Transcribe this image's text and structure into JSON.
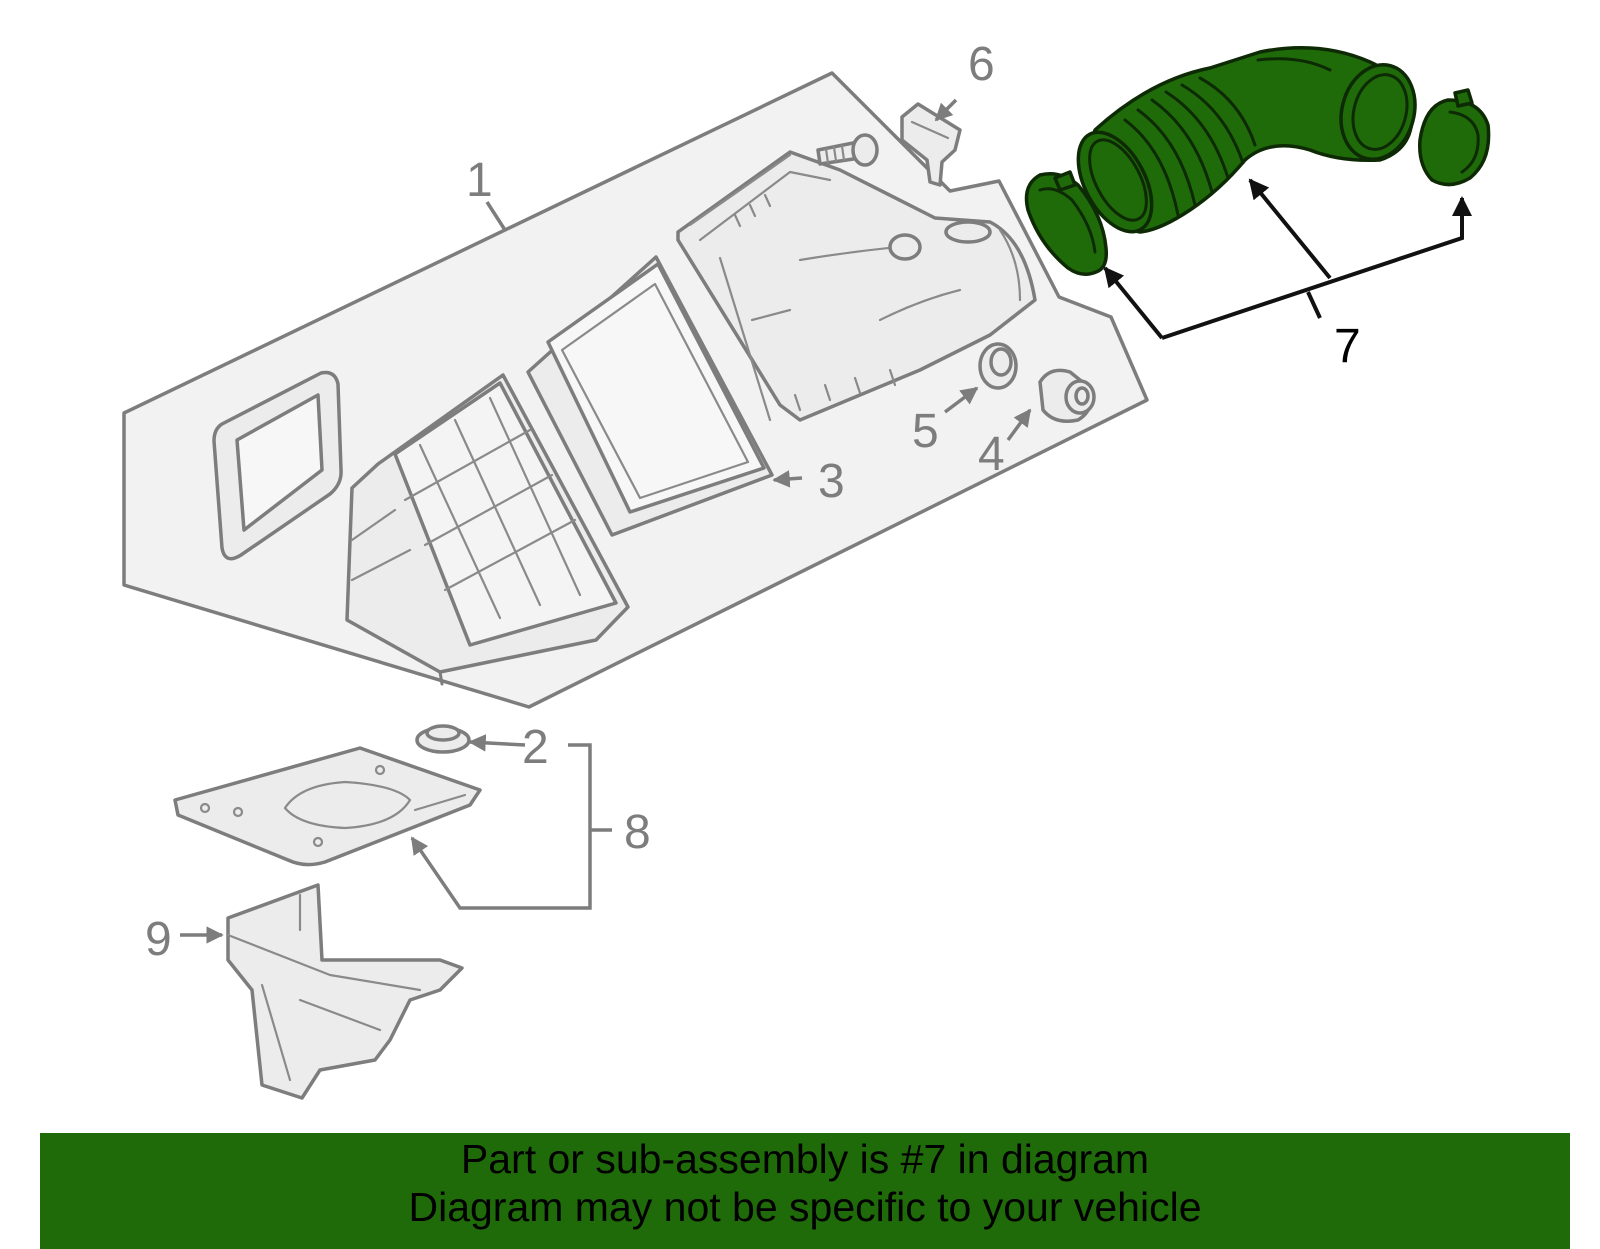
{
  "callouts": {
    "c1": "1",
    "c2": "2",
    "c3": "3",
    "c4": "4",
    "c5": "5",
    "c6": "6",
    "c7": "7",
    "c8": "8",
    "c9": "9"
  },
  "highlighted_part": "7",
  "colors": {
    "highlight": "#1f6b09",
    "part_outline": "#7d7d7d",
    "part_fill": "#ececec"
  },
  "banner": {
    "line1": "Part or sub-assembly is #7 in diagram",
    "line2": "Diagram may not be specific to your vehicle"
  }
}
